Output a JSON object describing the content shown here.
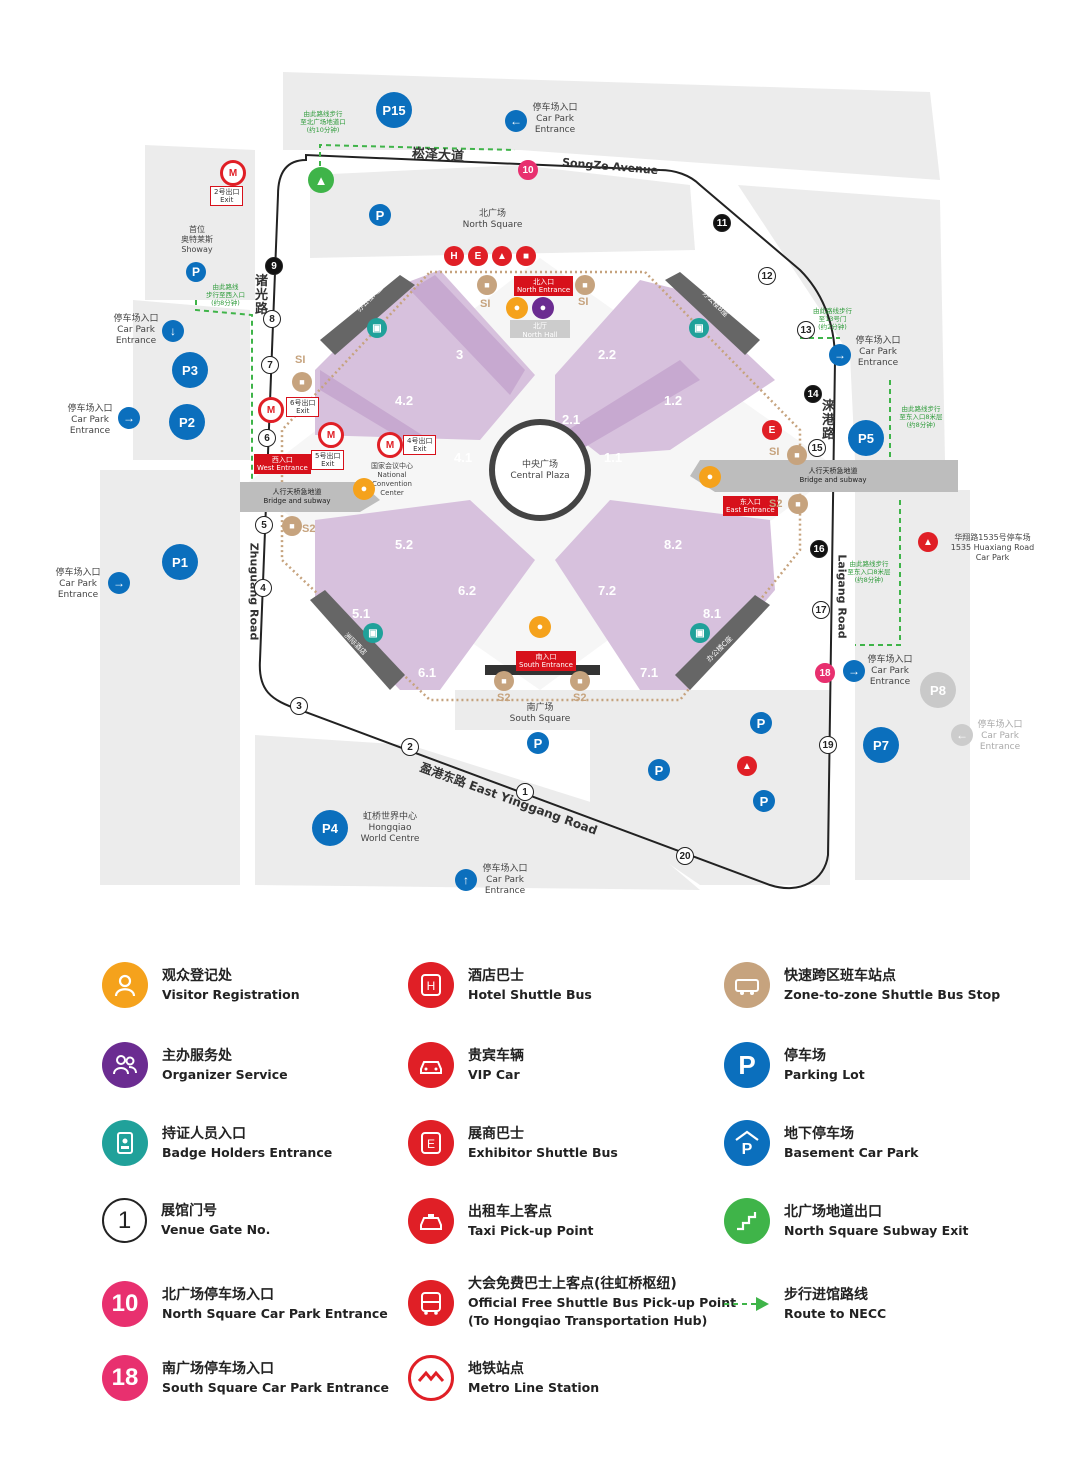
{
  "roads": {
    "songze_cn": "崧泽大道",
    "songze_en": "SongZe Avenue",
    "zhuguang_cn": "诸光路",
    "zhuguang_en": "Zhuguang Road",
    "laigang_cn": "涞港路",
    "laigang_en": "Laigang Road",
    "yinggang": "盈港东路 East Yinggang Road"
  },
  "areas": {
    "north_square": "北广场\nNorth Square",
    "north_hall": "北厅\nNorth Hall",
    "central_plaza": "中央广场\nCentral Plaza",
    "south_square": "南广场\nSouth Square",
    "bridge_west": "人行天桥急地道\nBridge and subway",
    "bridge_east": "人行天桥急地道\nBridge and subway",
    "convention_center": "国家会议中心\nNational Convention Center",
    "hongqiao_world": "虹桥世界中心\nHongqiao\nWorld Centre",
    "showay": "首位\n奥特莱斯\nShoway",
    "huaxiang_park": "华翔路1535号停车场\n1535 Huaxiang Road\nCar Park",
    "office_a": "办公楼A座",
    "office_b": "办公楼B座",
    "office_c": "办公楼C座",
    "intercontinental": "洲际酒店"
  },
  "halls": [
    "3",
    "4.2",
    "4.1",
    "2.2",
    "1.2",
    "2.1",
    "1.1",
    "5.2",
    "6.2",
    "5.1",
    "6.1",
    "8.2",
    "7.2",
    "8.1",
    "7.1"
  ],
  "entrances": {
    "north": "北入口\nNorth Entrance",
    "west": "西入口\nWest Entrance",
    "east": "东入口\nEast Entrance",
    "south": "南入口\nSouth Entrance"
  },
  "exits": {
    "exit2": "2号出口\nExit",
    "exit4": "4号出口\nExit",
    "exit5": "5号出口\nExit",
    "exit6": "6号出口\nExit"
  },
  "car_park_entrance": "停车场入口\nCar Park\nEntrance",
  "parking": [
    "P15",
    "P3",
    "P2",
    "P1",
    "P4",
    "P5",
    "P7",
    "P8"
  ],
  "walk_notes": {
    "north": "由此路线步行\n至北广场地道口\n(约10分钟)",
    "west": "由此路线\n步行至西入口\n(约8分钟)",
    "gate13": "由此路线步行\n至13号门\n(约2分钟)",
    "east_bridge": "由此路线步行\n至东入口8米层\n(约8分钟)",
    "east_south": "由此路线步行\n至东入口8米层\n(约8分钟)"
  },
  "stops": {
    "si": "SI",
    "s2": "S2"
  },
  "gates": [
    "1",
    "2",
    "3",
    "4",
    "5",
    "6",
    "7",
    "8",
    "9",
    "10",
    "11",
    "12",
    "13",
    "14",
    "15",
    "16",
    "17",
    "18",
    "19",
    "20"
  ],
  "legend": [
    {
      "cn": "观众登记处",
      "en": "Visitor Registration",
      "icon": "visitor-registration-icon",
      "color": "#f5a21c"
    },
    {
      "cn": "酒店巴士",
      "en": "Hotel Shuttle Bus",
      "icon": "hotel-bus-icon",
      "color": "#e01f26"
    },
    {
      "cn": "快速跨区班车站点",
      "en": "Zone-to-zone Shuttle Bus Stop",
      "icon": "shuttle-stop-icon",
      "color": "#c6a37e"
    },
    {
      "cn": "主办服务处",
      "en": "Organizer Service",
      "icon": "organizer-icon",
      "color": "#6b2c91"
    },
    {
      "cn": "贵宾车辆",
      "en": "VIP Car",
      "icon": "vip-car-icon",
      "color": "#e01f26"
    },
    {
      "cn": "停车场",
      "en": "Parking Lot",
      "icon": "parking-icon",
      "color": "#0b6fbd"
    },
    {
      "cn": "持证人员入口",
      "en": "Badge Holders Entrance",
      "icon": "badge-icon",
      "color": "#20a19a"
    },
    {
      "cn": "展商巴士",
      "en": "Exhibitor Shuttle Bus",
      "icon": "exhibitor-bus-icon",
      "color": "#e01f26"
    },
    {
      "cn": "地下停车场",
      "en": "Basement Car Park",
      "icon": "basement-parking-icon",
      "color": "#0b6fbd"
    },
    {
      "cn": "展馆门号",
      "en": "Venue Gate No.",
      "icon": "gate-number-icon",
      "color": "#222222",
      "num": "1"
    },
    {
      "cn": "出租车上客点",
      "en": "Taxi Pick-up Point",
      "icon": "taxi-icon",
      "color": "#e01f26"
    },
    {
      "cn": "北广场地道出口",
      "en": "North Square Subway Exit",
      "icon": "subway-exit-icon",
      "color": "#3fb449"
    },
    {
      "cn": "北广场停车场入口",
      "en": "North Square Car Park Entrance",
      "icon": "north-park-entrance-icon",
      "color": "#e8306f",
      "num": "10"
    },
    {
      "cn": "大会免费巴士上客点(往虹桥枢纽)",
      "en": "Official Free Shuttle Bus Pick-up Point\n(To Hongqiao Transportation Hub)",
      "icon": "free-bus-icon",
      "color": "#e01f26"
    },
    {
      "cn": "步行进馆路线",
      "en": "Route to NECC",
      "icon": "walk-route-icon",
      "color": "#3fb449"
    },
    {
      "cn": "南广场停车场入口",
      "en": "South Square Car Park Entrance",
      "icon": "south-park-entrance-icon",
      "color": "#e8306f",
      "num": "18"
    },
    {
      "cn": "地铁站点",
      "en": "Metro Line Station",
      "icon": "metro-icon",
      "color": "#e01f26"
    }
  ]
}
